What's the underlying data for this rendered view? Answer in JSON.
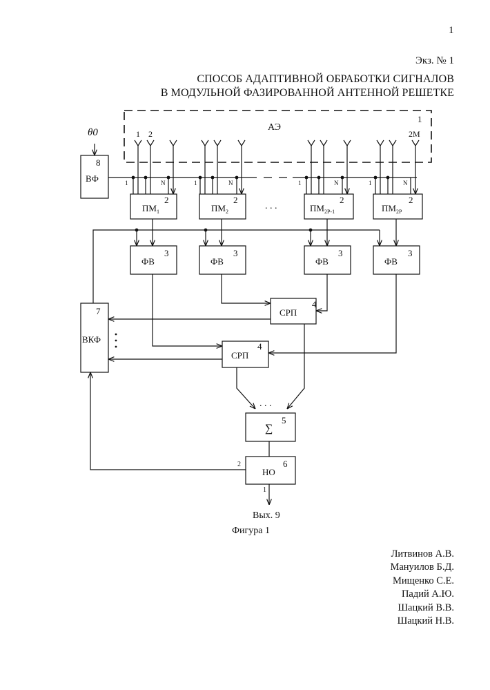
{
  "header": {
    "page_number": "1",
    "copy_label": "Экз. № 1",
    "title_line1": "СПОСОБ АДАПТИВНОЙ ОБРАБОТКИ СИГНАЛОВ",
    "title_line2": "В МОДУЛЬНОЙ ФАЗИРОВАННОЙ  АНТЕННОЙ РЕШЕТКЕ"
  },
  "diagram": {
    "input_angle": "θ0",
    "antenna_array": {
      "label": "АЭ",
      "number": "1",
      "element_first": "1",
      "element_second": "2",
      "element_last": "2M"
    },
    "beamformer": {
      "label": "ВФ",
      "number": "8"
    },
    "bus_labels": {
      "first": "1",
      "last": "N"
    },
    "converters": [
      {
        "label": "ПМ",
        "sub": "1",
        "number": "2"
      },
      {
        "label": "ПМ",
        "sub": "2",
        "number": "2"
      },
      {
        "label": "ПМ",
        "sub": "2Р-1",
        "number": "2"
      },
      {
        "label": "ПМ",
        "sub": "2Р",
        "number": "2"
      }
    ],
    "phase_shifters": [
      {
        "label": "ФВ",
        "number": "3"
      },
      {
        "label": "ФВ",
        "number": "3"
      },
      {
        "label": "ФВ",
        "number": "3"
      },
      {
        "label": "ФВ",
        "number": "3"
      }
    ],
    "comparators": [
      {
        "label": "СРП",
        "number": "4"
      },
      {
        "label": "СРП",
        "number": "4"
      }
    ],
    "weight_calc": {
      "label": "ВКФ",
      "number": "7"
    },
    "adder": {
      "label": "∑",
      "number": "5"
    },
    "normalizer": {
      "label": "НО",
      "number": "6",
      "input_label": "2",
      "output_label": "1"
    },
    "ellipsis": ". . .",
    "output_label": "Вых. 9",
    "figure_caption": "Фигура 1"
  },
  "authors": [
    "Литвинов А.В.",
    "Мануилов Б.Д.",
    "Мищенко С.Е.",
    "Падий А.Ю.",
    "Шацкий В.В.",
    "Шацкий Н.В."
  ]
}
